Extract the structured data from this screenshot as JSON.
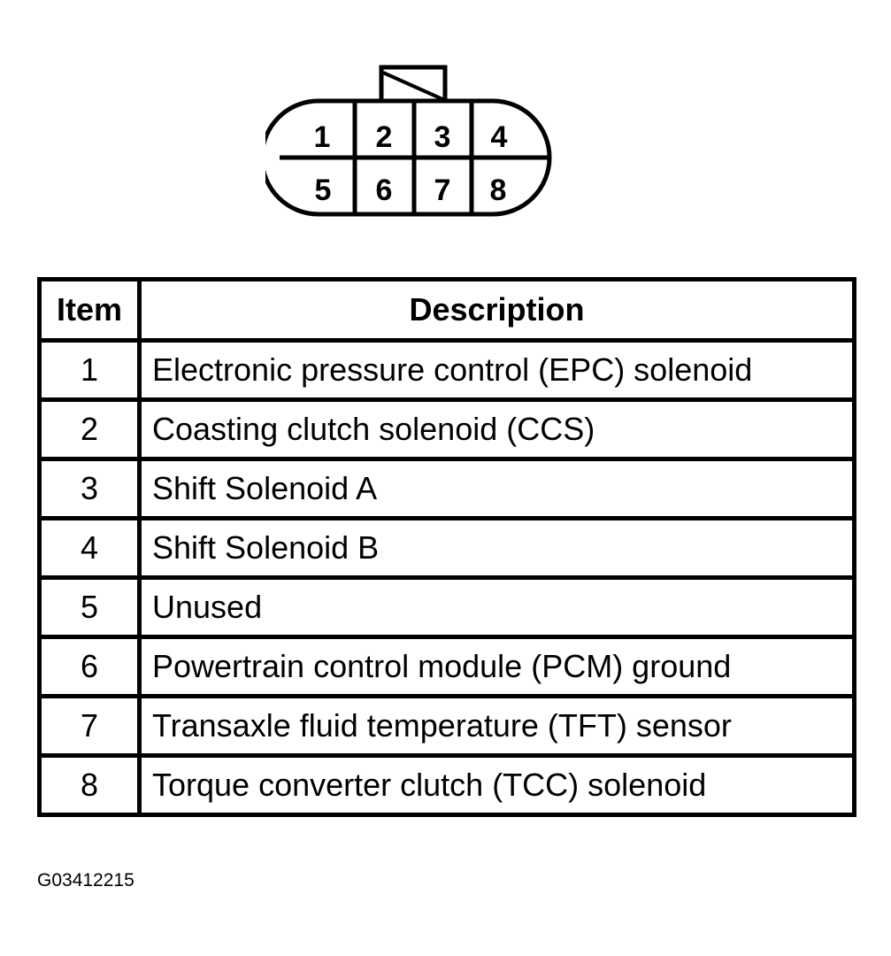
{
  "connector": {
    "pins_top": [
      "1",
      "2",
      "3",
      "4"
    ],
    "pins_bottom": [
      "5",
      "6",
      "7",
      "8"
    ]
  },
  "table": {
    "headers": {
      "item": "Item",
      "description": "Description"
    },
    "rows": [
      {
        "item": "1",
        "description": "Electronic pressure control (EPC) solenoid"
      },
      {
        "item": "2",
        "description": "Coasting clutch solenoid (CCS)"
      },
      {
        "item": "3",
        "description": "Shift Solenoid A"
      },
      {
        "item": "4",
        "description": "Shift Solenoid B"
      },
      {
        "item": "5",
        "description": "Unused"
      },
      {
        "item": "6",
        "description": "Powertrain control module (PCM) ground"
      },
      {
        "item": "7",
        "description": "Transaxle fluid temperature (TFT) sensor"
      },
      {
        "item": "8",
        "description": "Torque converter clutch (TCC) solenoid"
      }
    ]
  },
  "figure_id": "G03412215"
}
